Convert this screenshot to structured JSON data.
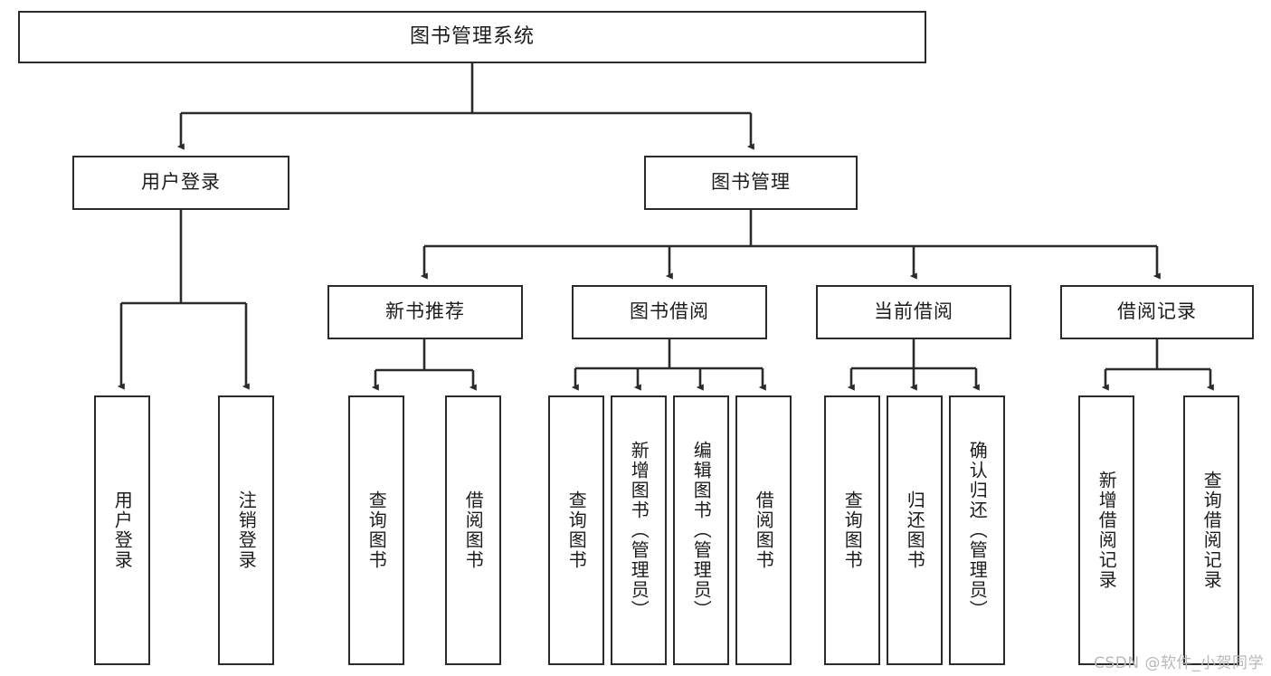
{
  "diagram": {
    "type": "tree",
    "title": "图书管理系统",
    "orientation": "top-down",
    "line_color": "#2b2b2b",
    "box_fill": "#ffffff",
    "text_color": "#1c1c1c",
    "watermark": "CSDN @软件_小贺同学",
    "watermark_color": "#b9b9b9"
  },
  "root": {
    "label": "图书管理系统"
  },
  "level1": [
    {
      "label": "用户登录"
    },
    {
      "label": "图书管理"
    }
  ],
  "level2": [
    {
      "label": "新书推荐"
    },
    {
      "label": "图书借阅"
    },
    {
      "label": "当前借阅"
    },
    {
      "label": "借阅记录"
    }
  ],
  "leaves": {
    "user_login": [
      {
        "label": "用户登录"
      },
      {
        "label": "注销登录"
      }
    ],
    "new_book": [
      {
        "label": "查询图书"
      },
      {
        "label": "借阅图书"
      }
    ],
    "book_borrow": [
      {
        "label": "查询图书"
      },
      {
        "label": "新增图书（管理员）"
      },
      {
        "label": "编辑图书（管理员）"
      },
      {
        "label": "借阅图书"
      }
    ],
    "current_borrow": [
      {
        "label": "查询图书"
      },
      {
        "label": "归还图书"
      },
      {
        "label": "确认归还（管理员）"
      }
    ],
    "borrow_record": [
      {
        "label": "新增借阅记录"
      },
      {
        "label": "查询借阅记录"
      }
    ]
  }
}
